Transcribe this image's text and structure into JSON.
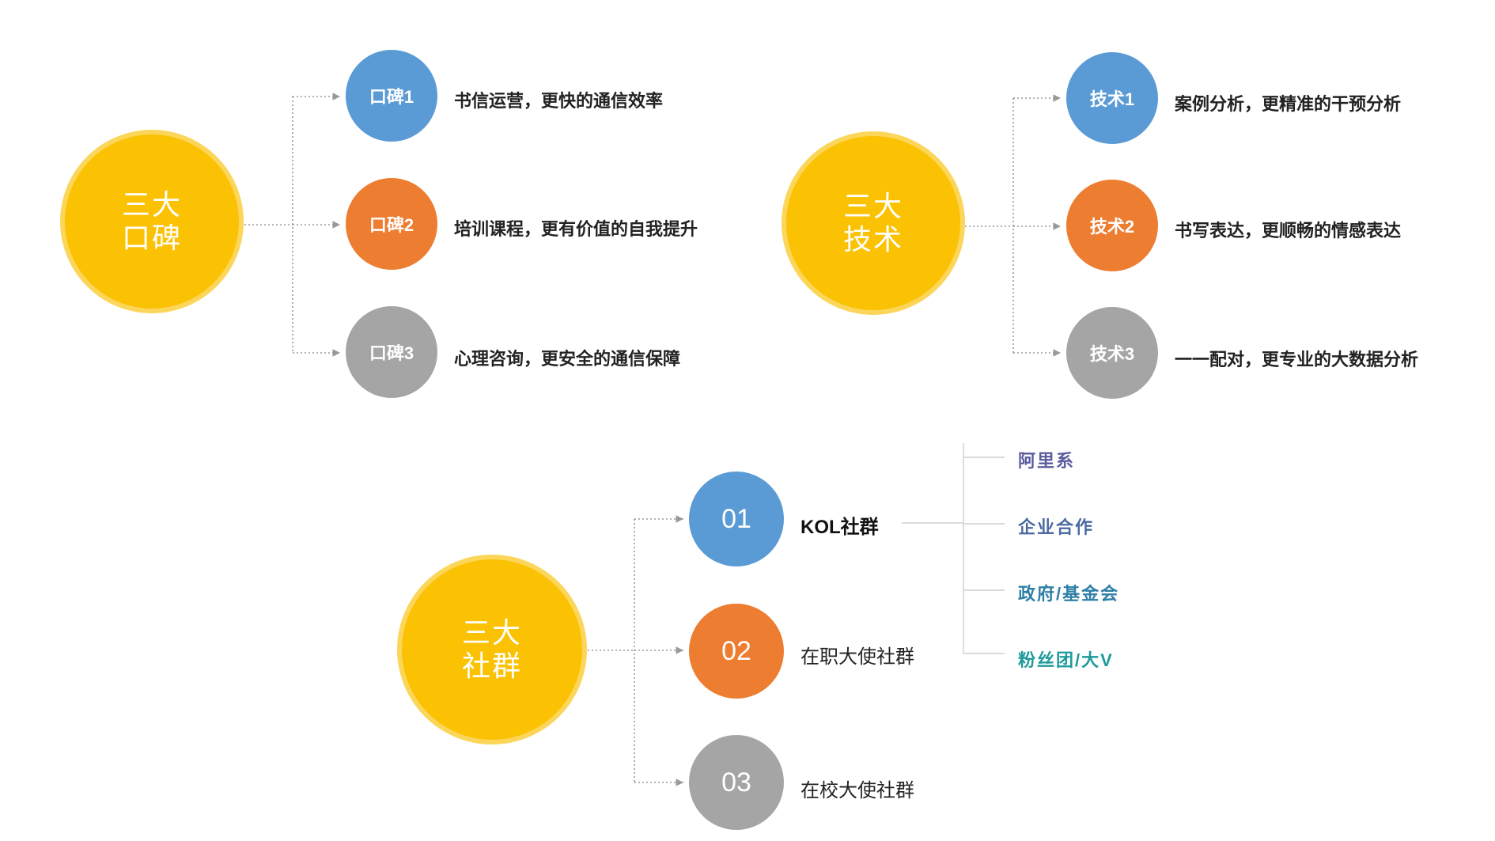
{
  "colors": {
    "yellow": "#fbc103",
    "blue": "#5b9bd5",
    "orange": "#ed7d31",
    "gray": "#a5a5a5",
    "connector": "#999999"
  },
  "groups": [
    {
      "center": [
        "三大",
        "口碑"
      ],
      "items": [
        {
          "node": "口碑1",
          "text": "书信运营，更快的通信效率"
        },
        {
          "node": "口碑2",
          "text": "培训课程，更有价值的自我提升"
        },
        {
          "node": "口碑3",
          "text": "心理咨询，更安全的通信保障"
        }
      ]
    },
    {
      "center": [
        "三大",
        "技术"
      ],
      "items": [
        {
          "node": "技术1",
          "text": "案例分析，更精准的干预分析"
        },
        {
          "node": "技术2",
          "text": "书写表达，更顺畅的情感表达"
        },
        {
          "node": "技术3",
          "text": "一一配对，更专业的大数据分析"
        }
      ]
    },
    {
      "center": [
        "三大",
        "社群"
      ],
      "items": [
        {
          "node": "01",
          "text": "KOL社群"
        },
        {
          "node": "02",
          "text": "在职大使社群"
        },
        {
          "node": "03",
          "text": "在校大使社群"
        }
      ]
    }
  ],
  "kol_branches": [
    {
      "label": "阿里系",
      "color": "#5a5a9e"
    },
    {
      "label": "企业合作",
      "color": "#4a6aa0"
    },
    {
      "label": "政府/基金会",
      "color": "#2e7fa6"
    },
    {
      "label": "粉丝团/大V",
      "color": "#1f9a9a"
    }
  ]
}
